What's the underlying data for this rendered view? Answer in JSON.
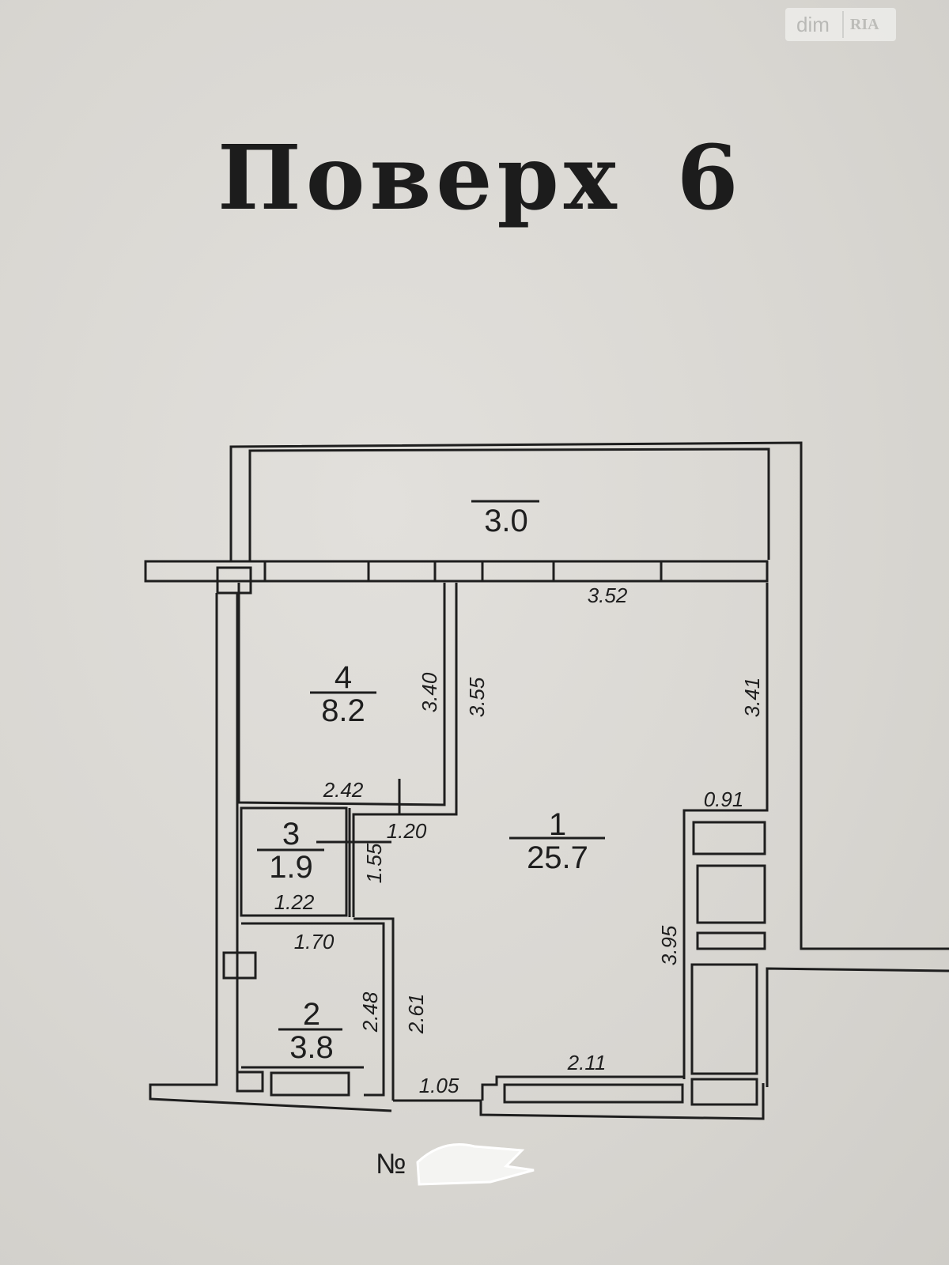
{
  "title": {
    "label": "Поверх",
    "floor": "6"
  },
  "watermark": {
    "brand": "dim",
    "brand2": "RIA"
  },
  "rooms": [
    {
      "number": "1",
      "area": "25.7"
    },
    {
      "number": "2",
      "area": "3.8"
    },
    {
      "number": "3",
      "area": "1.9"
    },
    {
      "number": "4",
      "area": "8.2"
    }
  ],
  "balcony": {
    "area": "3.0"
  },
  "dimensions": {
    "room1_top": "3.52",
    "room1_right_upper": "3.41",
    "room1_right_lower": "3.95",
    "room1_kitchen_width": "0.91",
    "room1_bottom": "2.11",
    "room1_bottom_left": "1.05",
    "corridor_width": "1.20",
    "wall_4_1": "3.55",
    "room4_height": "3.40",
    "room4_width": "2.42",
    "room3_height": "1.55",
    "room3_width": "1.22",
    "room2_width": "1.70",
    "room2_height": "2.48",
    "room2_outer": "2.61"
  },
  "apartment_number_prefix": "№"
}
